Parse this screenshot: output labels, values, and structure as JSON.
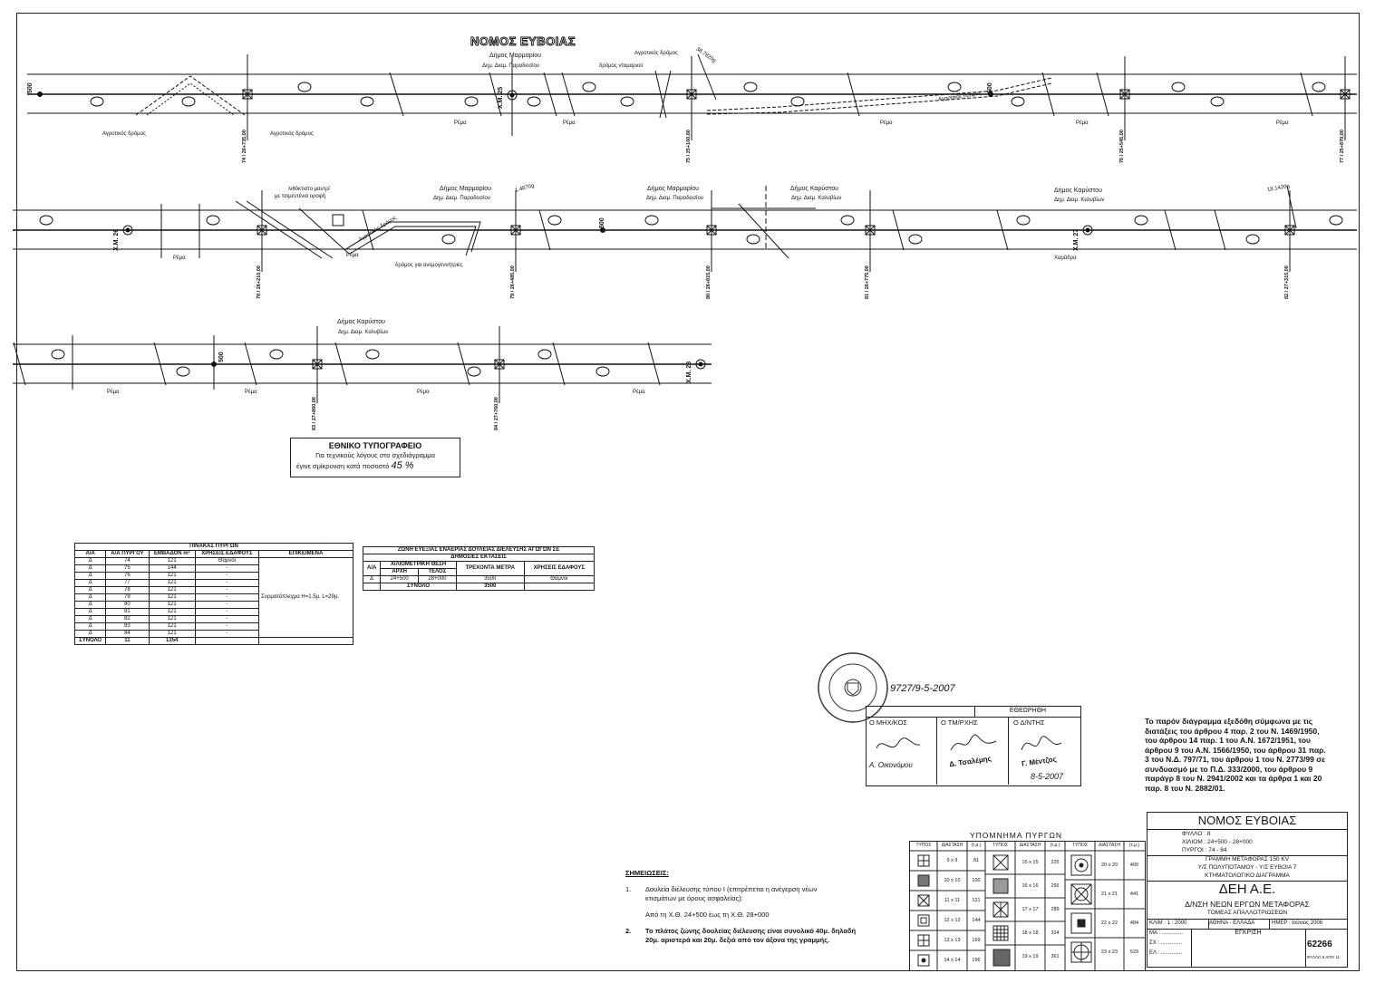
{
  "header": {
    "nomos": "ΝΟΜΟΣ ΕΥΒΟΙΑΣ"
  },
  "strip1": {
    "dimos_left": "Δήμος Μαρμαρίου",
    "diam_left": "Δημ. Διαμ. Παραδεισίου",
    "agrotikos_top": "Αγροτικός δρόμος",
    "agrotikos_left1": "Αγροτικός δρόμος",
    "agrotikos_left2": "Αγροτικός δρόμος",
    "dromos_ntamar": "δρόμος νταμαριού",
    "angle1": "38.7820g",
    "agrotikos_right": "Αγροτικός δρόμος",
    "km": "Χ.Μ. 25",
    "km_500_a": "500",
    "km_500_b": "500",
    "rema": "Ρέμα",
    "towers": [
      "74 / 26+735,00",
      "75 / 25+100,00",
      "76 / 25+545,00",
      "77 / 25+870,00"
    ]
  },
  "strip2": {
    "lithostrwto": "λιθόκτιστο μαντρί",
    "tsimento": "με τσιμεντένια οροφή",
    "dimos_a": "Δήμος Μαρμαρίου",
    "diam_a": "Δημ. Διαμ. Παραδεισίου",
    "dimos_b": "Δήμος Μαρμαρίου",
    "diam_b": "Δημ. Διαμ. Παραδεισίου",
    "dimos_c": "Δήμος Καρύστου",
    "diam_c": "Δημ. Διαμ. Καλυβίων",
    "dimos_d": "Δήμος Καρύστου",
    "diam_d": "Δημ. Διαμ. Καλυβίων",
    "angle2": "1.4870g",
    "angle3": "18.1420g",
    "agrotikos": "Αγροτικός δρόμος",
    "dromos_anemo": "δρόμος για ανεμογεννήτριες",
    "km_a": "Χ.Μ. 26",
    "km_b": "Χ.Μ. 27",
    "km_500": "500",
    "rema": "Ρέμα",
    "xaradra": "Χαράδρα",
    "towers": [
      "78 / 26+210,00",
      "79 / 26+485,00",
      "80 / 26+815,00",
      "81 / 26+775,00",
      "82 / 27+315,00"
    ]
  },
  "strip3": {
    "dimos": "Δήμος Καρύστου",
    "diam": "Δημ. Διαμ. Καλυβίων",
    "km": "Χ.Μ. 28",
    "km_500": "500",
    "rema": "Ρέμα",
    "towers": [
      "83 / 27+860,00",
      "84 / 27+760,00"
    ]
  },
  "typo_box": {
    "title": "ΕΘΝΙΚΟ ΤΥΠΟΓΡΑΦΕΙΟ",
    "line1": "Για τεχνικούς λόγους στο σχεδιάγραμμα",
    "line2": "έγινε σμίκρυνση κατά ποσοστό",
    "percent": "45 %"
  },
  "towers_table": {
    "title": "ΠΙΝΑΚΑΣ ΠΥΡΓΩΝ",
    "headers": [
      "Α/Α",
      "Α/Α ΠΥΡΓΟΥ",
      "ΕΜΒΑΔΟΝ m²",
      "ΧΡΗΣΕΙΣ ΕΔΑΦΟΥΣ",
      "ΕΠΙΚΕΙΜΕΝΑ"
    ],
    "rows": [
      [
        "Δ",
        "74",
        "121",
        "Θάμνοι"
      ],
      [
        "Δ",
        "75",
        "144",
        "-"
      ],
      [
        "Δ",
        "76",
        "121",
        "-"
      ],
      [
        "Δ",
        "77",
        "121",
        "-"
      ],
      [
        "Δ",
        "78",
        "121",
        "-"
      ],
      [
        "Δ",
        "79",
        "121",
        "-"
      ],
      [
        "Δ",
        "80",
        "121",
        "-"
      ],
      [
        "Δ",
        "81",
        "121",
        "-"
      ],
      [
        "Δ",
        "82",
        "121",
        "-"
      ],
      [
        "Δ",
        "83",
        "121",
        "-"
      ],
      [
        "Δ",
        "84",
        "121",
        "-"
      ]
    ],
    "epikeimena": "Συρματόπλεγμα H=1.5μ. L=29μ.",
    "total_label": "ΣΥΝΟΛΟ",
    "total_count": "11",
    "total_area": "1354"
  },
  "zones_table": {
    "title1": "ΖΩΝΗ ΕΥΕΞΙΑΣ ΕΝΑΕΡΙΑΣ ΔΟΥΛΕΙΑΣ ΔΙΕΛΕΥΣΗΣ ΑΓΩΓΩΝ ΣΕ",
    "title2": "ΔΗΜΟΣΙΕΣ ΕΚΤΑΣΕΙΣ",
    "h_aa": "Α/Α",
    "h_xil": "ΧΙΛΙΟΜΕΤΡΙΚΗ ΘΕΣΗ",
    "h_arxi": "ΑΡΧΗ",
    "h_telos": "ΤΕΛΟΣ",
    "h_trex": "ΤΡΕΧΟΝΤΑ ΜΕΤΡΑ",
    "h_xrisi": "ΧΡΗΣΕΙΣ ΕΔΑΦΟΥΣ",
    "row": [
      "Δ",
      "24+500",
      "28+000",
      "3500",
      "Θάμνοι"
    ],
    "total_label": "ΣΥΝΟΛΟ",
    "total": "3500"
  },
  "approval": {
    "number": "9727/9-5-2007",
    "eqewrhqh": "ΕΘΕΩΡΗΘΗ",
    "mhx": "Ο ΜΗΧ/ΚΟΣ",
    "tmhmatarxhs": "Ο ΤΜ/ΡΧΗΣ",
    "dieuthunths": "Ο Δ/ΝΤΗΣ",
    "name1": "Α. Οικονόμου",
    "name2": "Δ. Τσαλέμης",
    "name3": "Γ. Μέντζος",
    "date": "8-5-2007"
  },
  "legal_notice": {
    "lines": [
      "Το παρόν διάγραμμα εξεδόθη σύμφωνα με τις",
      "διατάξεις του άρθρου 4 παρ. 2 του Ν. 1469/1950,",
      "του άρθρου 14 παρ. 1 του Α.Ν. 1672/1951, του",
      "άρθρου 9 του Α.Ν. 1566/1950, του άρθρου 31 παρ.",
      "3 του Ν.Δ. 797/71, του άρθρου 1 του Ν. 2773/99 σε",
      "συνδυασμό με το Π.Δ. 333/2000, του άρθρου 9",
      "παράγρ 8 του Ν. 2941/2002 και τα άρθρα 1 και 20",
      "παρ. 8 του Ν. 2882/01."
    ]
  },
  "notes": {
    "title": "ΣΗΜΕΙΩΣΕΙΣ:",
    "n1_num": "1.",
    "n1_a": "Δουλεία διέλευσης τύπου Ι (επιτρέπεται η ανέγερση νέων",
    "n1_b": "κτισμάτων με όρους ασφαλείας):",
    "n1_c": "Από τη Χ.Θ. 24+500 έως τη Χ.Θ. 28+000",
    "n2_num": "2.",
    "n2_a": "Το πλάτος ζώνης δουλείας διέλευσης είναι συνολικό 40μ. δηλαδή",
    "n2_b": "20μ. αριστερά και 20μ. δεξιά από τον άξονα της γραμμής."
  },
  "legend": {
    "title": "ΥΠΟΜΝΗΜΑ ΠΥΡΓΩΝ",
    "h_typos": "ΤΥΠΟΣ",
    "h_diast": "ΔΙΑΣΤΑΣΗ",
    "h_tm": "(τ.μ.)",
    "col1": [
      [
        "9 x 9",
        "81"
      ],
      [
        "10 x 10",
        "100"
      ],
      [
        "11 x 11",
        "121"
      ],
      [
        "12 x 12",
        "144"
      ],
      [
        "13 x 13",
        "169"
      ],
      [
        "14 x 14",
        "196"
      ]
    ],
    "col2": [
      [
        "15 x 15",
        "225"
      ],
      [
        "16 x 16",
        "256"
      ],
      [
        "17 x 17",
        "289"
      ],
      [
        "18 x 18",
        "324"
      ],
      [
        "19 x 19",
        "361"
      ]
    ],
    "col3": [
      [
        "20 x 20",
        "400"
      ],
      [
        "21 x 21",
        "441"
      ],
      [
        "22 x 22",
        "484"
      ],
      [
        "23 x 23",
        "529"
      ]
    ]
  },
  "titleblock": {
    "nomos": "ΝΟΜΟΣ ΕΥΒΟΙΑΣ",
    "fyllo": "ΦΥΛΛΟ : 8",
    "xiliom": "ΧΙΛΙΟΜ : 24+500 - 28+000",
    "pyrgoi": "ΠΥΡΓΟΙ : 74 - 84",
    "grammi": "ΓΡΑΜΜΗ ΜΕΤΑΦΟΡΑΣ 150 KV",
    "ys": "Υ/Σ ΠΟΛΥΠΟΤΑΜΟΥ - Υ/Σ ΕΥΒΟΙΑ 7",
    "ktima": "ΚΤΗΜΑΤΟΛΟΓΙΚΟ ΔΙΑΓΡΑΜΜΑ",
    "deh": "ΔΕΗ Α.Ε.",
    "dnsh": "Δ/ΝΣΗ ΝΕΩΝ ΕΡΓΩΝ ΜΕΤΑΦΟΡΑΣ",
    "tomeas": "ΤΟΜΕΑΣ ΑΠΑΛΛΟΤΡΙΩΣΕΩΝ",
    "klim": "ΚΛΙΜ : 1 : 2000",
    "place": "ΑΘΗΝΑ - ΕΛΛΑΔΑ",
    "hmer": "ΗΜΕΡ : Ιούνιος 2006",
    "ma": "ΜΑ : ..............",
    "sx": "ΣΧ : ..............",
    "el": "ΕΛ : ..............",
    "egkrisi": "ΕΓΚΡΙΣΗ",
    "number": "62266",
    "fyllo_apo": "ΦΥΛΛΟ 8 ΑΠΟ 11"
  }
}
